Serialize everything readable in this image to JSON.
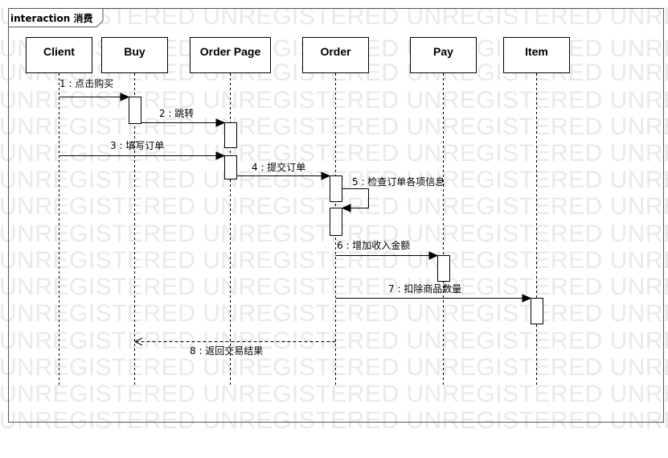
{
  "frame": {
    "title": "interaction 消费"
  },
  "watermark": {
    "text": "UNREGISTERED UNREGISTERED UNREGISTERED UNREGISTERED UNREGISTERED"
  },
  "lifelines": [
    {
      "name": "Client"
    },
    {
      "name": "Buy"
    },
    {
      "name": "Order Page"
    },
    {
      "name": "Order"
    },
    {
      "name": "Pay"
    },
    {
      "name": "Item"
    }
  ],
  "messages": [
    {
      "label": "1 : 点击购买"
    },
    {
      "label": "2 : 跳转"
    },
    {
      "label": "3 : 填写订单"
    },
    {
      "label": "4 : 提交订单"
    },
    {
      "label": "5 : 检查订单各项信息"
    },
    {
      "label": "6 : 增加收入金额"
    },
    {
      "label": "7 : 扣除商品数量"
    },
    {
      "label": "8 : 返回交易结果"
    }
  ],
  "colors": {
    "line": "#000000",
    "watermark": "#e9e9e9",
    "background": "#ffffff"
  }
}
